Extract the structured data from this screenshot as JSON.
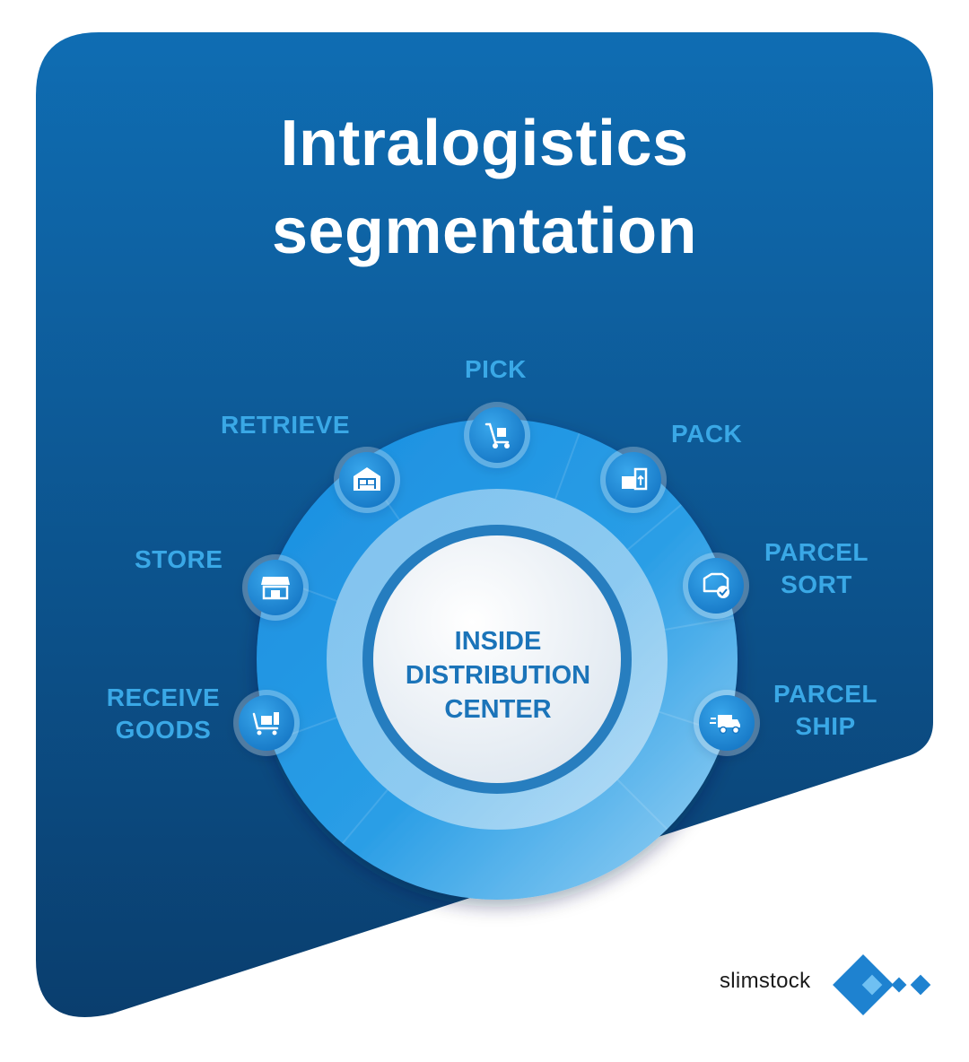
{
  "title": {
    "line1": "Intralogistics",
    "line2": "segmentation"
  },
  "hub": {
    "line1": "INSIDE",
    "line2": "DISTRIBUTION",
    "line3": "CENTER"
  },
  "segments": [
    {
      "line1": "PICK",
      "line2": "",
      "icon": "hand-truck-icon"
    },
    {
      "line1": "PACK",
      "line2": "",
      "icon": "boxes-icon"
    },
    {
      "line1": "PARCEL",
      "line2": "SORT",
      "icon": "box-check-icon"
    },
    {
      "line1": "PARCEL",
      "line2": "SHIP",
      "icon": "delivery-truck-icon"
    },
    {
      "line1": "RECEIVE",
      "line2": "GOODS",
      "icon": "cart-box-icon"
    },
    {
      "line1": "STORE",
      "line2": "",
      "icon": "storefront-icon"
    },
    {
      "line1": "RETRIEVE",
      "line2": "",
      "icon": "warehouse-icon"
    }
  ],
  "brand": {
    "name": "slimstock"
  },
  "colors": {
    "panel_top": "#0f6db3",
    "panel_bottom": "#0a3e6e",
    "label": "#3aa8e6",
    "hub_text": "#1b74b9",
    "logo": "#1e82d0"
  }
}
